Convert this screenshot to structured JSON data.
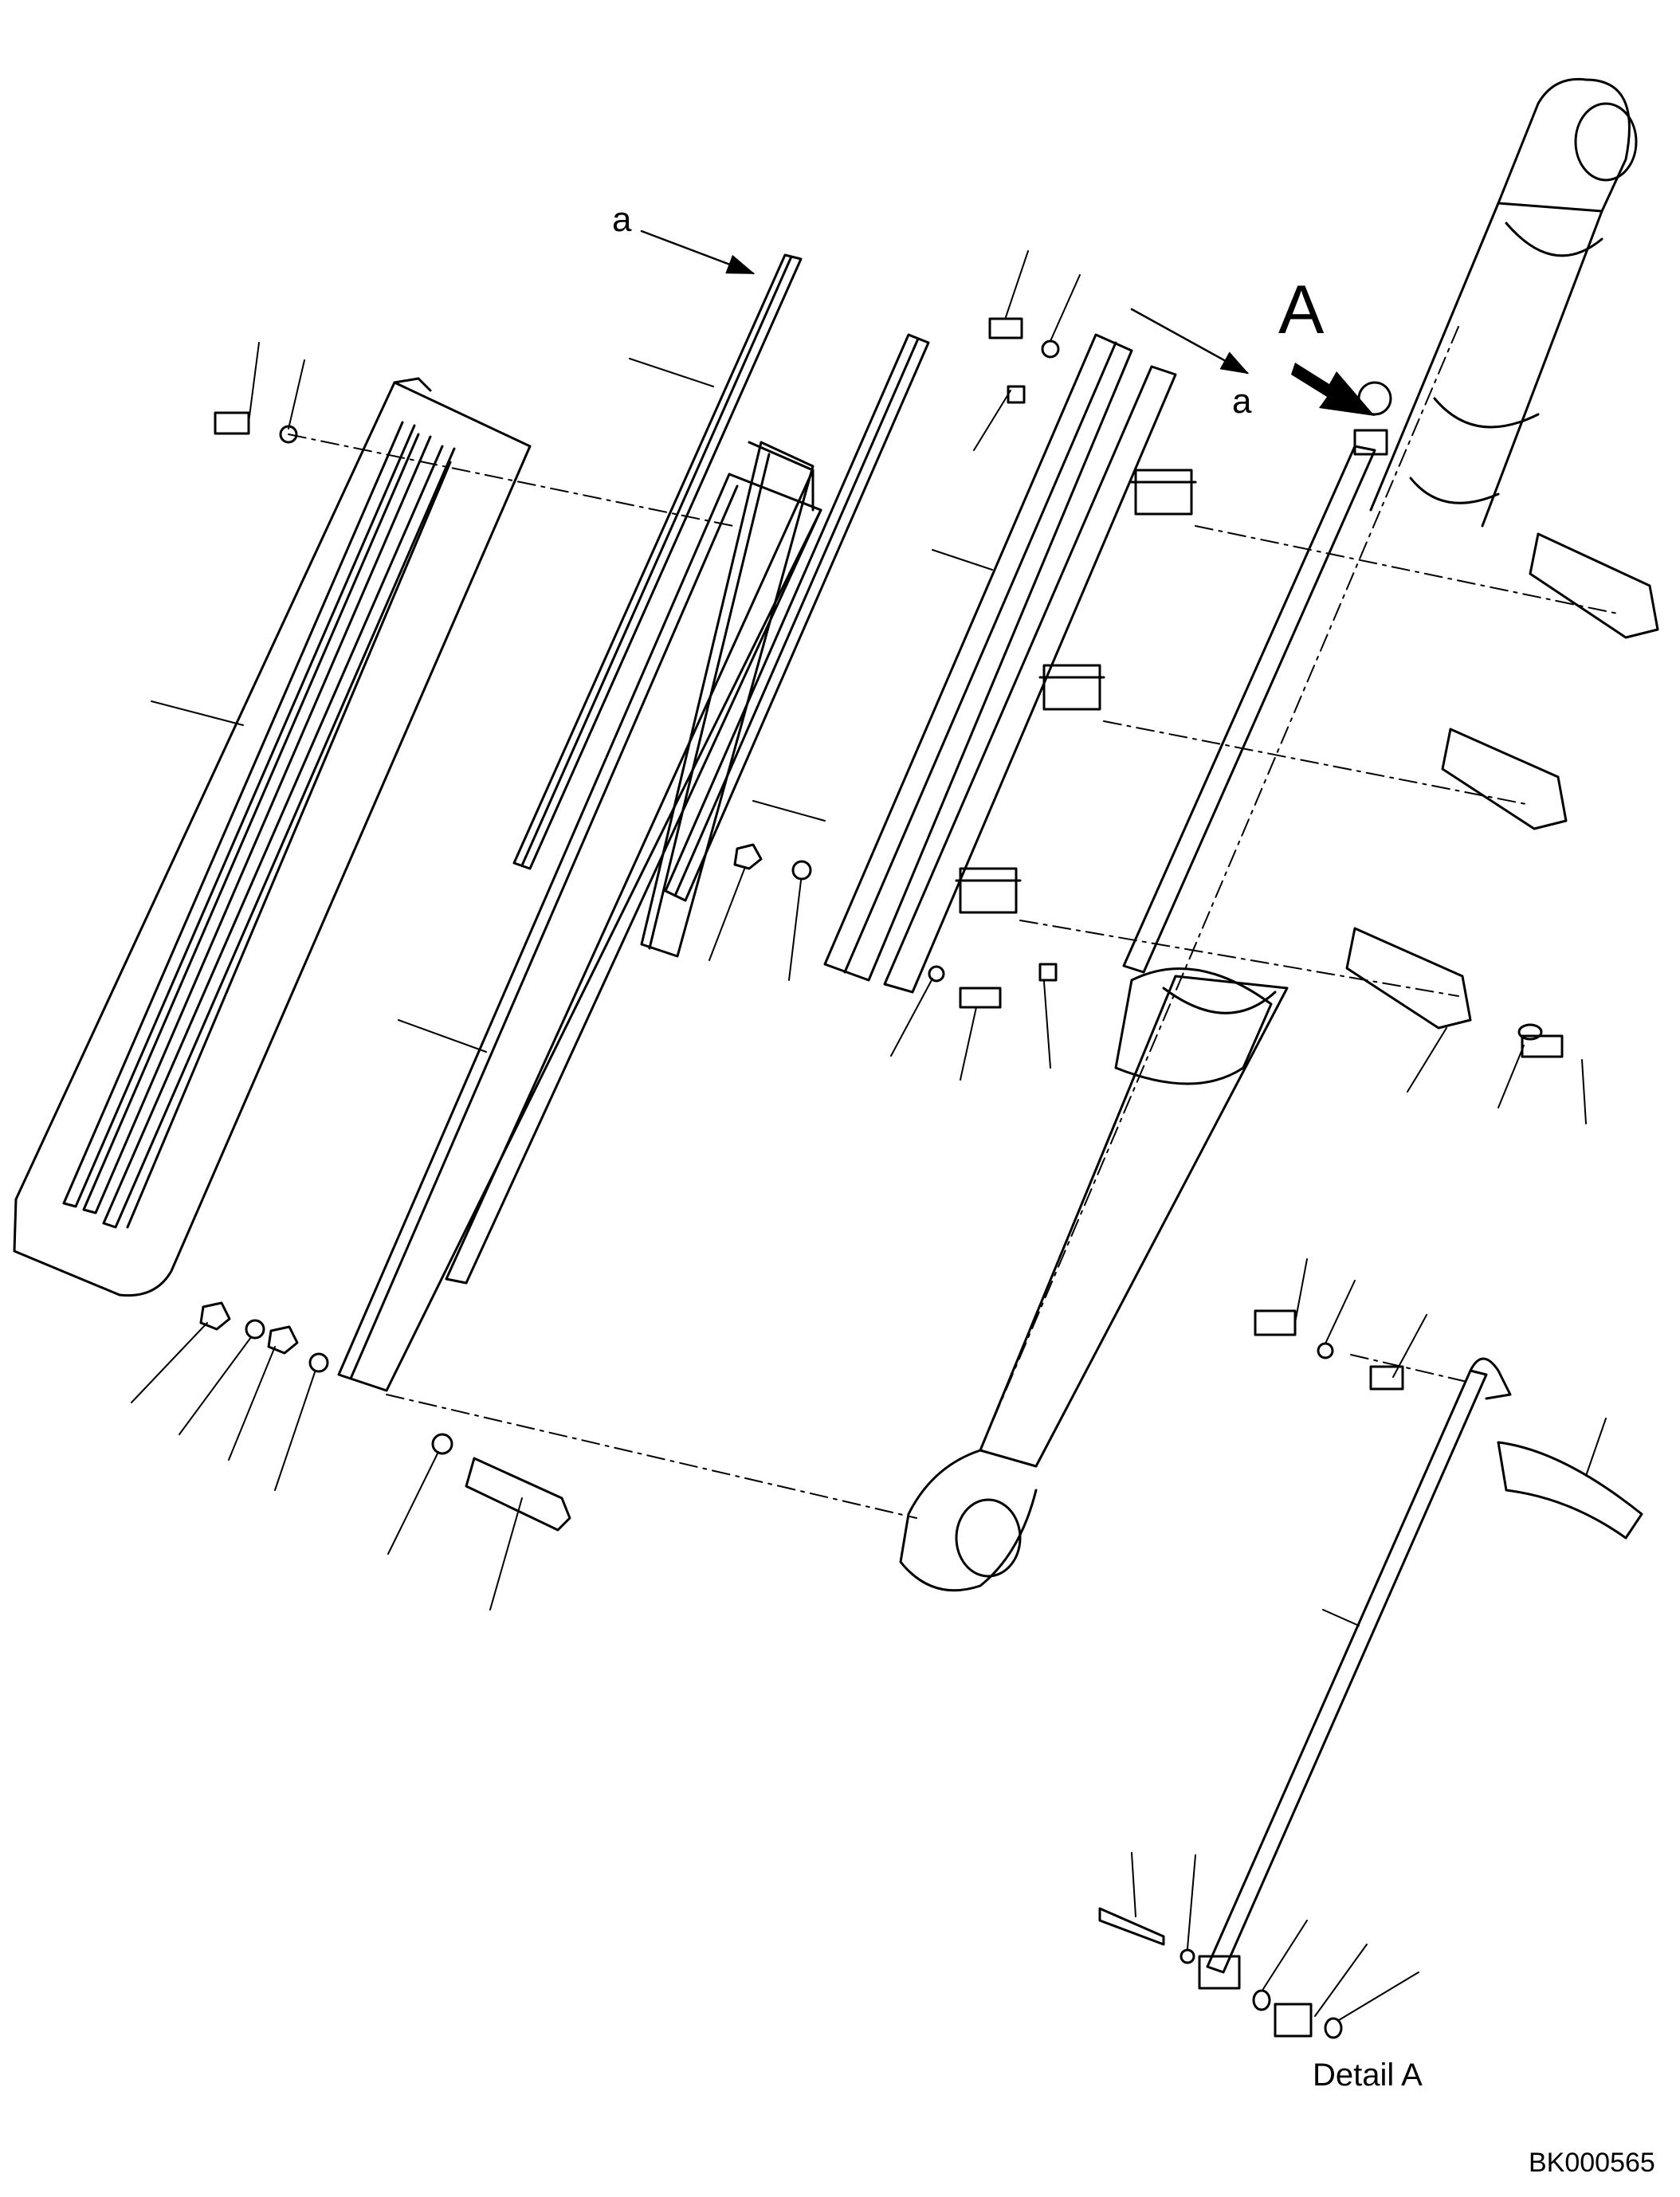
{
  "labels": {
    "view_marker_small_1": "a",
    "view_marker_small_2": "a",
    "detail_marker": "A",
    "detail_caption": "Detail A",
    "drawing_code": "BK000565"
  }
}
